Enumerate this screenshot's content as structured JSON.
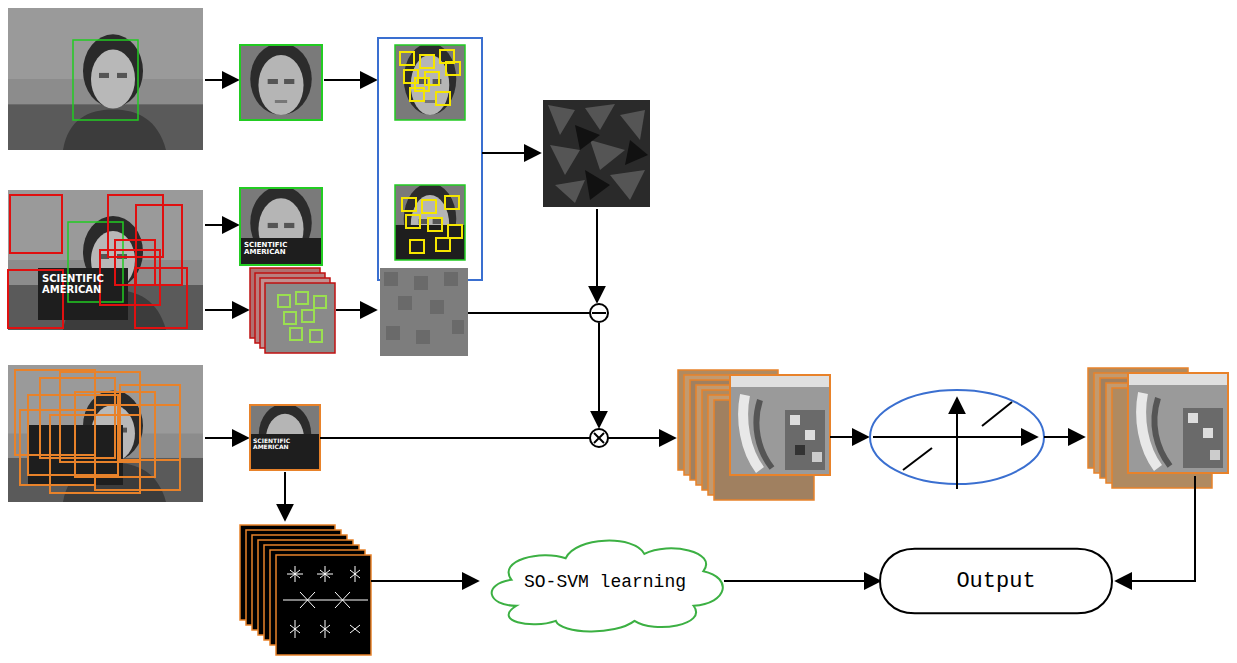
{
  "diagram": {
    "nodes": [
      {
        "text": [
          "SO-SVM learning"
        ]
      },
      {
        "text": [
          "Output"
        ]
      }
    ],
    "edges": [
      {
        "from": 0,
        "to": 1,
        "arrow": "to"
      }
    ],
    "labels": [
      "SCIENTIFIC AMERICAN",
      "SCIENTIFIC AMERICAN",
      "SCIENTIFIC AMERICAN"
    ]
  }
}
